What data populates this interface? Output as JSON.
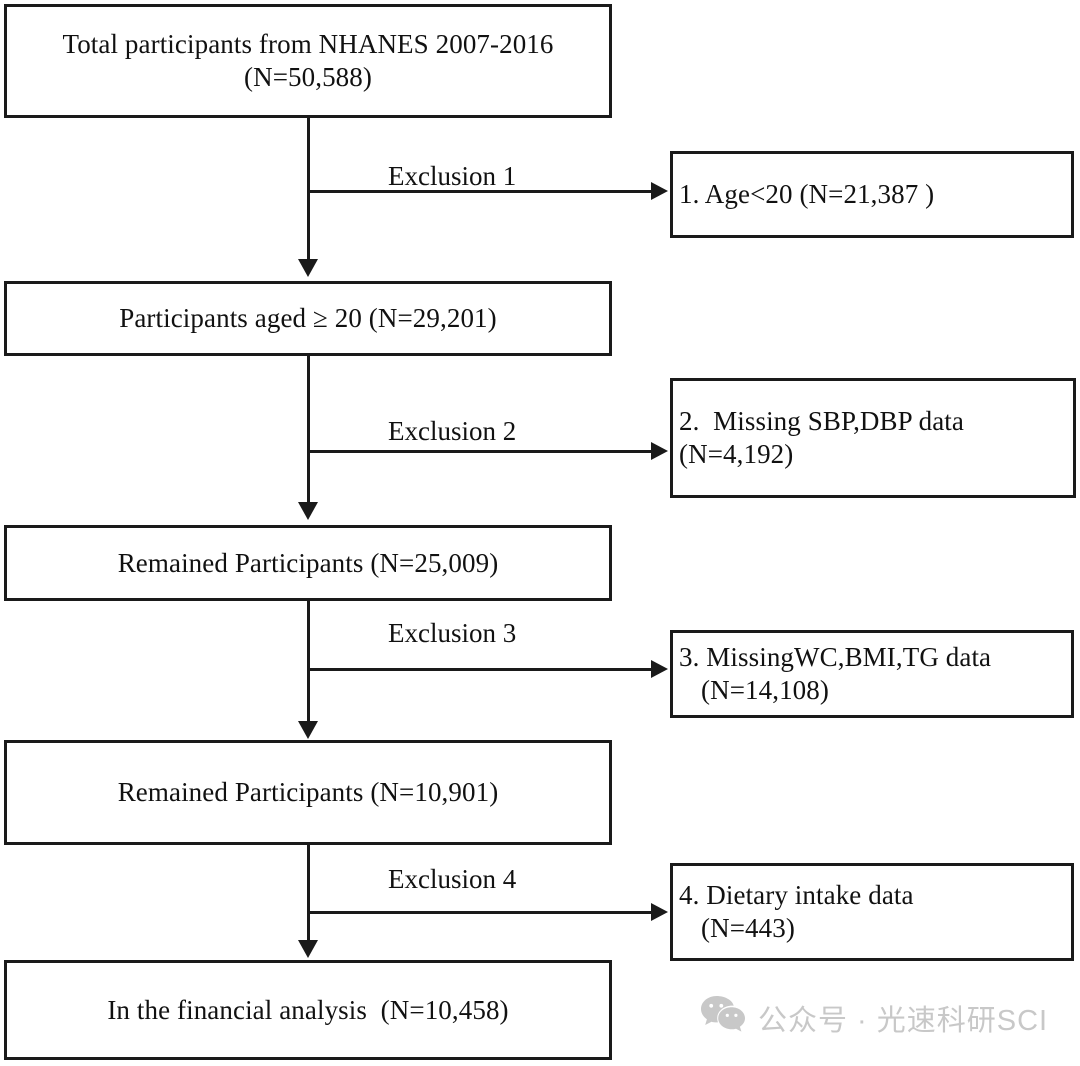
{
  "diagram": {
    "title": "NHANES participant selection flowchart",
    "type": "flowchart",
    "main_nodes": [
      {
        "id": "total-participants",
        "lines": [
          "Total participants from NHANES 2007-2016",
          "(N=50,588)"
        ],
        "n": 50588
      },
      {
        "id": "participants-aged-20",
        "lines": [
          "Participants aged ≥ 20 (N=29,201)"
        ],
        "n": 29201
      },
      {
        "id": "remained-participants-25009",
        "lines": [
          "Remained Participants (N=25,009)"
        ],
        "n": 25009
      },
      {
        "id": "remained-participants-10901",
        "lines": [
          "Remained Participants (N=10,901)"
        ],
        "n": 10901
      },
      {
        "id": "final-analysis",
        "lines": [
          "In the financial analysis  (N=10,458)"
        ],
        "n": 10458
      }
    ],
    "exclusion_labels": [
      "Exclusion 1",
      "Exclusion 2",
      "Exclusion 3",
      "Exclusion 4"
    ],
    "exclusion_nodes": [
      {
        "id": "exclusion-box-1",
        "lines": [
          "1. Age<20 (N=21,387 )"
        ],
        "n": 21387
      },
      {
        "id": "exclusion-box-2",
        "lines": [
          "2.  Missing SBP,DBP data",
          "(N=4,192)"
        ],
        "n": 4192
      },
      {
        "id": "exclusion-box-3",
        "lines": [
          "3. MissingWC,BMI,TG data",
          "(N=14,108)"
        ],
        "n": 14108
      },
      {
        "id": "exclusion-box-4",
        "lines": [
          "4. Dietary intake data",
          "(N=443)"
        ],
        "n": 443
      }
    ],
    "colors": {
      "border": "#1a1a1a",
      "text": "#111111",
      "background": "#ffffff",
      "watermark": "#c8c8c8"
    }
  },
  "watermark": {
    "icon": "wechat-icon",
    "text": "公众号 · 光速科研SCI"
  }
}
